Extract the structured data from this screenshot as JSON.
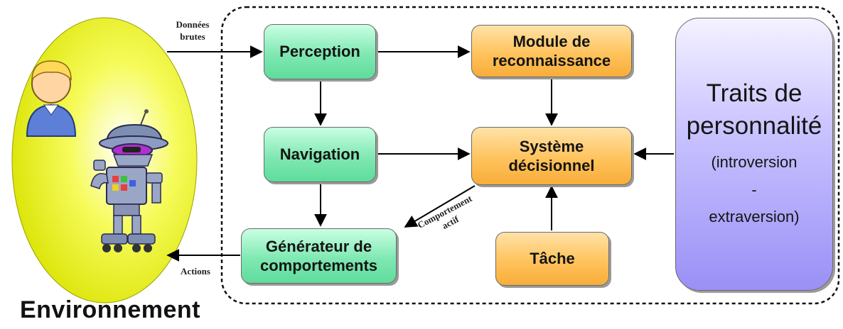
{
  "diagram": {
    "environment": {
      "label": "Environnement"
    },
    "nodes": {
      "perception": "Perception",
      "module_reconnaissance": "Module de\nreconnaissance",
      "navigation": "Navigation",
      "systeme_decisionnel": "Système\ndécisionnel",
      "generateur": "Générateur de\ncomportements",
      "tache": "Tâche",
      "traits": {
        "title": "Traits de\npersonnalité",
        "detail": "(introversion\n-\nextraversion)"
      }
    },
    "edge_labels": {
      "donnees_brutes": "Données\nbrutes",
      "actions": "Actions",
      "comportement_actif": "Comportement\nactif"
    },
    "colors": {
      "environment_fill": "#f2f700",
      "module_fill": "#ffc35c",
      "process_fill": "#7fe8b2",
      "traits_fill": "#cac4ff"
    },
    "icons": [
      "user-icon",
      "robot-icon"
    ]
  }
}
